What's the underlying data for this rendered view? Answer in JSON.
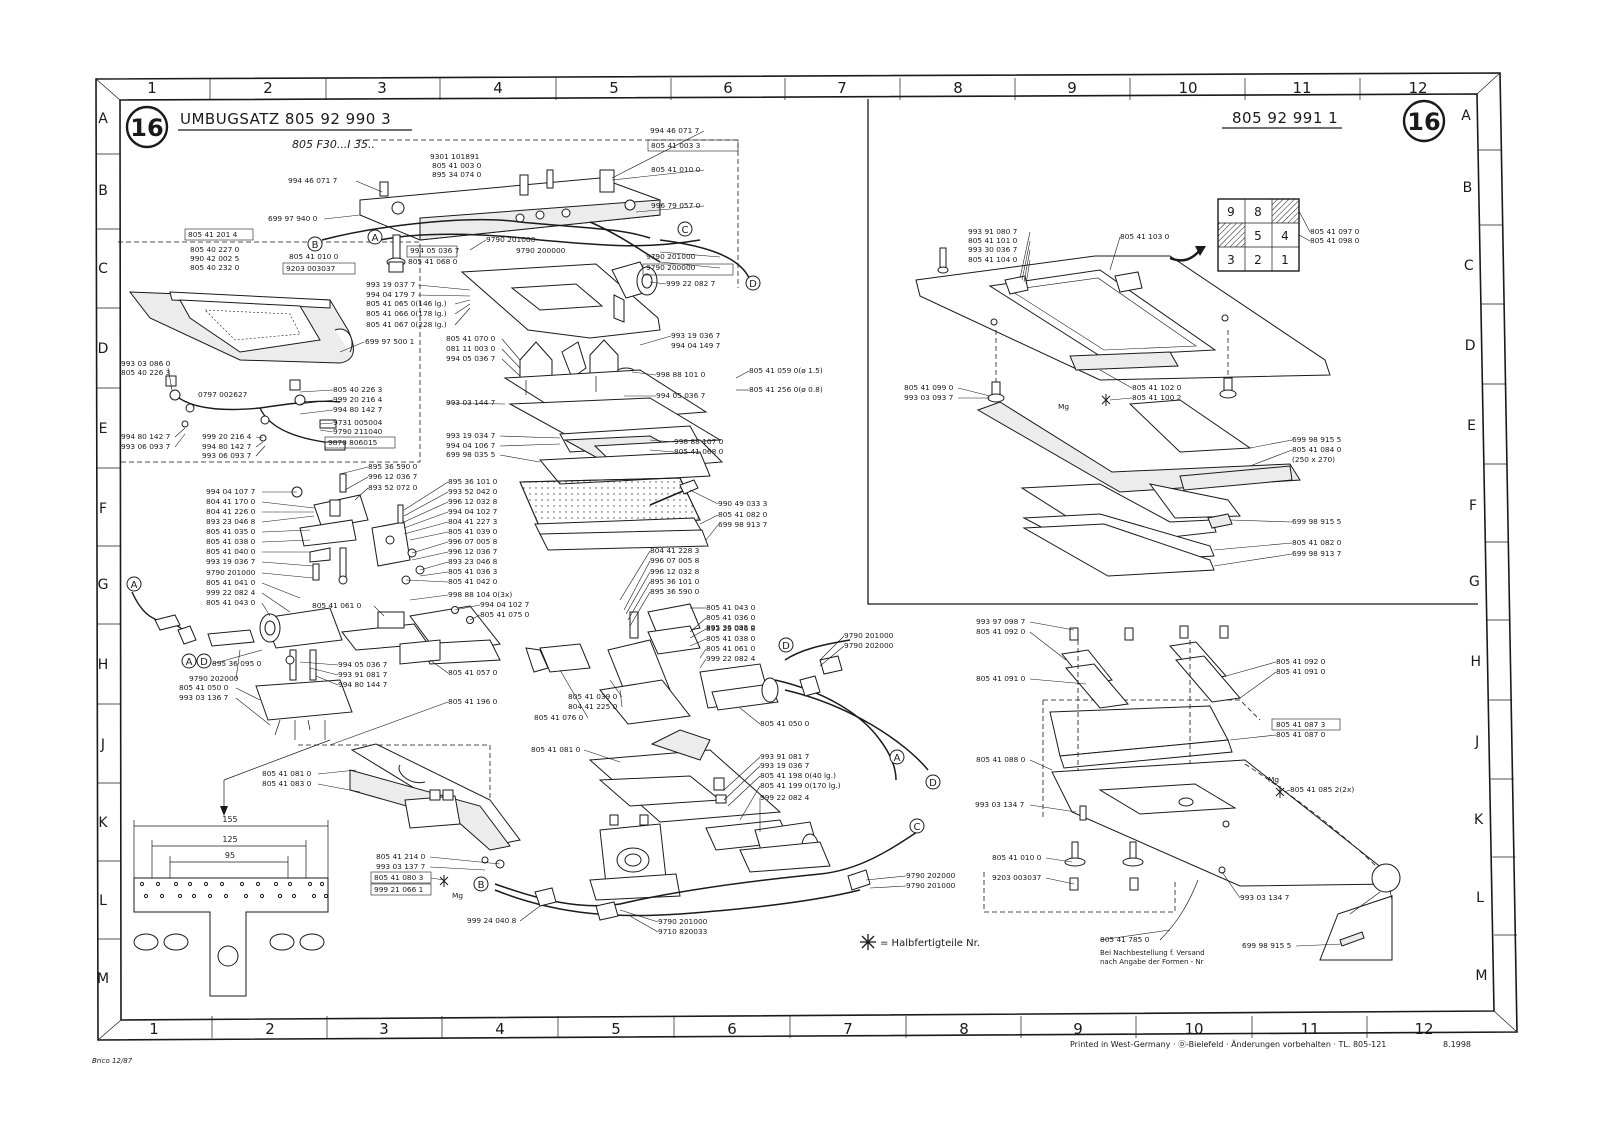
{
  "grid": {
    "columns": [
      "1",
      "2",
      "3",
      "4",
      "5",
      "6",
      "7",
      "8",
      "9",
      "10",
      "11",
      "12"
    ],
    "rows": [
      "A",
      "B",
      "C",
      "D",
      "E",
      "F",
      "G",
      "H",
      "J",
      "K",
      "L",
      "M"
    ]
  },
  "sheet": {
    "number": "16",
    "left_title": "UMBUGSATZ  805 92 990 3",
    "left_subtitle": "805 F30...I 35..",
    "right_title": "805 92 991 1",
    "legend": "= Halbfertigteile Nr.",
    "reorder_note_1": "Bei Nachbestellung f. Versand",
    "reorder_note_2": "nach Angabe der Formen - Nr",
    "footer": "Printed in West-Germany · Ⓓ-Bielefeld · Änderungen vorbehalten · TL. 805-121",
    "date": "8.1998",
    "signature": "Brico 12/87"
  },
  "callouts": [
    "A",
    "B",
    "C",
    "D"
  ],
  "position_grid": [
    "9",
    "8",
    "",
    "",
    "5",
    "4",
    "3",
    "2",
    "1"
  ],
  "dimensions": [
    "155",
    "125",
    "95"
  ],
  "part_labels": [
    {
      "id": "l1",
      "text": "994 46 071 7"
    },
    {
      "id": "l2",
      "text": "805 41 003 3"
    },
    {
      "id": "l3",
      "text": "9301 101891"
    },
    {
      "id": "l4",
      "text": "805 41 003 0"
    },
    {
      "id": "l5",
      "text": "895 34 074 0"
    },
    {
      "id": "l6",
      "text": "805 41 010 0"
    },
    {
      "id": "l7",
      "text": "994 46 071 7"
    },
    {
      "id": "l8",
      "text": "996 79 057 0"
    },
    {
      "id": "l9",
      "text": "699 97 940 0"
    },
    {
      "id": "l10",
      "text": "9790 201000"
    },
    {
      "id": "l11",
      "text": "805 41 201 4"
    },
    {
      "id": "l12",
      "text": "805 40 227 0"
    },
    {
      "id": "l13",
      "text": "990 42 002 5"
    },
    {
      "id": "l14",
      "text": "805 40 232 0"
    },
    {
      "id": "l15",
      "text": "994 05 036 7"
    },
    {
      "id": "l16",
      "text": "9790 200000"
    },
    {
      "id": "l17",
      "text": "805 41 010 0"
    },
    {
      "id": "l18",
      "text": "9203 003037"
    },
    {
      "id": "l19",
      "text": "805 41 068 0"
    },
    {
      "id": "l20",
      "text": "9790 201000"
    },
    {
      "id": "l21",
      "text": "9790 200000"
    },
    {
      "id": "l22",
      "text": "993 19 037 7"
    },
    {
      "id": "l23",
      "text": "994 04 179 7"
    },
    {
      "id": "l24",
      "text": "805 41 065 0(146 lg.)"
    },
    {
      "id": "l25",
      "text": "805 41 066 0(178 lg.)"
    },
    {
      "id": "l26",
      "text": "805 41 067 0(228 lg.)"
    },
    {
      "id": "l27",
      "text": "999 22 082 7"
    },
    {
      "id": "l28",
      "text": "699 97 500 1"
    },
    {
      "id": "l29",
      "text": "993 19 036 7"
    },
    {
      "id": "l30",
      "text": "994 04 149 7"
    },
    {
      "id": "l31",
      "text": "805 41 070 0"
    },
    {
      "id": "l32",
      "text": "081 11 003 0"
    },
    {
      "id": "l33",
      "text": "994 05 036 7"
    },
    {
      "id": "l34",
      "text": "993 03 086 0"
    },
    {
      "id": "l35",
      "text": "805 40 226 3"
    },
    {
      "id": "l36",
      "text": "998 88 101 0"
    },
    {
      "id": "l37",
      "text": "805 41 059 0(ø 1.5)"
    },
    {
      "id": "l38",
      "text": "805 41 256 0(ø 0.8)"
    },
    {
      "id": "l39",
      "text": "0797 002627"
    },
    {
      "id": "l40",
      "text": "805 40 226 3"
    },
    {
      "id": "l41",
      "text": "999 20 216 4"
    },
    {
      "id": "l42",
      "text": "994 80 142 7"
    },
    {
      "id": "l43",
      "text": "993 03 144 7"
    },
    {
      "id": "l44",
      "text": "994 05 036 7"
    },
    {
      "id": "l45",
      "text": "9731 005004"
    },
    {
      "id": "l46",
      "text": "9790 211040"
    },
    {
      "id": "l47",
      "text": "994 80 142 7"
    },
    {
      "id": "l48",
      "text": "993 06 093 7"
    },
    {
      "id": "l49",
      "text": "999 20 216 4"
    },
    {
      "id": "l50",
      "text": "994 80 142 7"
    },
    {
      "id": "l51",
      "text": "993 06 093 7"
    },
    {
      "id": "l52",
      "text": "9870 806015"
    },
    {
      "id": "l53",
      "text": "993 19 034 7"
    },
    {
      "id": "l54",
      "text": "994 04 106 7"
    },
    {
      "id": "l55",
      "text": "699 98 035 5"
    },
    {
      "id": "l56",
      "text": "998 88 107 0"
    },
    {
      "id": "l57",
      "text": "805 41 068 0"
    },
    {
      "id": "l58",
      "text": "895 36 590 0"
    },
    {
      "id": "l59",
      "text": "996 12 036 7"
    },
    {
      "id": "l60",
      "text": "893 52 072 0"
    },
    {
      "id": "l61",
      "text": "994 04 107 7"
    },
    {
      "id": "l62",
      "text": "804 41 170 0"
    },
    {
      "id": "l63",
      "text": "804 41 226 0"
    },
    {
      "id": "l64",
      "text": "893 23 046 8"
    },
    {
      "id": "l65",
      "text": "805 41 035 0"
    },
    {
      "id": "l66",
      "text": "805 41 038 0"
    },
    {
      "id": "l67",
      "text": "805 41 040 0"
    },
    {
      "id": "l68",
      "text": "993 19 036 7"
    },
    {
      "id": "l69",
      "text": "895 36 101 0"
    },
    {
      "id": "l70",
      "text": "993 52 042 0"
    },
    {
      "id": "l71",
      "text": "996 12 032 8"
    },
    {
      "id": "l72",
      "text": "994 04 102 7"
    },
    {
      "id": "l73",
      "text": "804 41 227 3"
    },
    {
      "id": "l74",
      "text": "805 41 039 0"
    },
    {
      "id": "l75",
      "text": "996 07 005 8"
    },
    {
      "id": "l76",
      "text": "996 12 036 7"
    },
    {
      "id": "l77",
      "text": "893 23 046 8"
    },
    {
      "id": "l78",
      "text": "805 41 036 3"
    },
    {
      "id": "l79",
      "text": "805 41 042 0"
    },
    {
      "id": "l80",
      "text": "990 49 033 3"
    },
    {
      "id": "l81",
      "text": "805 41 082 0"
    },
    {
      "id": "l82",
      "text": "699 98 913 7"
    },
    {
      "id": "l83",
      "text": "9790 201000"
    },
    {
      "id": "l84",
      "text": "805 41 041 0"
    },
    {
      "id": "l85",
      "text": "999 22 082 4"
    },
    {
      "id": "l86",
      "text": "805 41 043 0"
    },
    {
      "id": "l87",
      "text": "805 41 061 0"
    },
    {
      "id": "l88",
      "text": "998 88 104 0(3x)"
    },
    {
      "id": "l89",
      "text": "994 04 102 7"
    },
    {
      "id": "l90",
      "text": "805 41 075 0"
    },
    {
      "id": "l91",
      "text": "804 41 228 3"
    },
    {
      "id": "l92",
      "text": "996 07 005 8"
    },
    {
      "id": "l93",
      "text": "996 12 032 8"
    },
    {
      "id": "l94",
      "text": "895 36 101 0"
    },
    {
      "id": "l95",
      "text": "895 36 590 0"
    },
    {
      "id": "l96",
      "text": "805 41 043 0"
    },
    {
      "id": "l97",
      "text": "895 36 095 0"
    },
    {
      "id": "l98",
      "text": "893 23 046 8"
    },
    {
      "id": "l99",
      "text": "805 41 038 0"
    },
    {
      "id": "l100",
      "text": "805 41 036 0"
    },
    {
      "id": "l101",
      "text": "805 41 061 0"
    },
    {
      "id": "l102",
      "text": "999 22 082 4"
    },
    {
      "id": "l103",
      "text": "9790 201000"
    },
    {
      "id": "l104",
      "text": "9790 202000"
    },
    {
      "id": "l105",
      "text": "895 36 095 0"
    },
    {
      "id": "l106",
      "text": "9790 202000"
    },
    {
      "id": "l107",
      "text": "805 41 050 0"
    },
    {
      "id": "l108",
      "text": "993 03 136 7"
    },
    {
      "id": "l109",
      "text": "994 05 036 7"
    },
    {
      "id": "l110",
      "text": "993 91 081 7"
    },
    {
      "id": "l111",
      "text": "994 80 144 7"
    },
    {
      "id": "l112",
      "text": "805 41 057 0"
    },
    {
      "id": "l113",
      "text": "805 41 039 0"
    },
    {
      "id": "l114",
      "text": "804 41 225 0"
    },
    {
      "id": "l115",
      "text": "805 41 076 0"
    },
    {
      "id": "l116",
      "text": "805 41 050 0"
    },
    {
      "id": "l117",
      "text": "805 41 196 0"
    },
    {
      "id": "l118",
      "text": "805 41 081 0"
    },
    {
      "id": "l119",
      "text": "993 91 081 7"
    },
    {
      "id": "l120",
      "text": "993 19 036 7"
    },
    {
      "id": "l121",
      "text": "805 41 198 0(40 lg.)"
    },
    {
      "id": "l122",
      "text": "805 41 199 0(170 lg.)"
    },
    {
      "id": "l123",
      "text": "999 22 082 4"
    },
    {
      "id": "l124",
      "text": "805 41 081 0"
    },
    {
      "id": "l125",
      "text": "805 41 083 0"
    },
    {
      "id": "l126",
      "text": "805 41 214 0"
    },
    {
      "id": "l127",
      "text": "993 03 137 7"
    },
    {
      "id": "l128",
      "text": "805 41 080 3"
    },
    {
      "id": "l129",
      "text": "999 21 066 1"
    },
    {
      "id": "l130",
      "text": "999 24 040 8"
    },
    {
      "id": "l131",
      "text": "9790 201000"
    },
    {
      "id": "l132",
      "text": "9710 820033"
    },
    {
      "id": "l133",
      "text": "9790 202000"
    },
    {
      "id": "l134",
      "text": "9790 201000"
    },
    {
      "id": "l135",
      "text": "805 41 097 0"
    },
    {
      "id": "l136",
      "text": "805 41 098 0"
    },
    {
      "id": "l137",
      "text": "993 91 080 7"
    },
    {
      "id": "l138",
      "text": "805 41 101 0"
    },
    {
      "id": "l139",
      "text": "993 30 036 7"
    },
    {
      "id": "l140",
      "text": "805 41 104 0"
    },
    {
      "id": "l141",
      "text": "805 41 103 0"
    },
    {
      "id": "l142",
      "text": "805 41 099 0"
    },
    {
      "id": "l143",
      "text": "993 03 093 7"
    },
    {
      "id": "l144",
      "text": "805 41 102 0"
    },
    {
      "id": "l145",
      "text": "805 41 100 2"
    },
    {
      "id": "l146",
      "text": "699 98 915 5"
    },
    {
      "id": "l147",
      "text": "805 41 084 0"
    },
    {
      "id": "l148",
      "text": "(250 x 270)"
    },
    {
      "id": "l149",
      "text": "699 98 915 5"
    },
    {
      "id": "l150",
      "text": "805 41 082 0"
    },
    {
      "id": "l151",
      "text": "699 98 913 7"
    },
    {
      "id": "l152",
      "text": "993 97 098 7"
    },
    {
      "id": "l153",
      "text": "805 41 092 0"
    },
    {
      "id": "l154",
      "text": "805 41 091 0"
    },
    {
      "id": "l155",
      "text": "805 41 092 0"
    },
    {
      "id": "l156",
      "text": "805 41 091 0"
    },
    {
      "id": "l157",
      "text": "805 41 087 3"
    },
    {
      "id": "l158",
      "text": "805 41 087 0"
    },
    {
      "id": "l159",
      "text": "805 41 088 0"
    },
    {
      "id": "l160",
      "text": "805 41 085 2(2x)"
    },
    {
      "id": "l161",
      "text": "993 03 134 7"
    },
    {
      "id": "l162",
      "text": "805 41 010 0"
    },
    {
      "id": "l163",
      "text": "9203 003037"
    },
    {
      "id": "l164",
      "text": "993 03 134 7"
    },
    {
      "id": "l165",
      "text": "805 41 785 0"
    },
    {
      "id": "l166",
      "text": "699 98 915 5"
    },
    {
      "id": "l167",
      "text": "Mg"
    },
    {
      "id": "l168",
      "text": "Mg"
    },
    {
      "id": "l169",
      "text": "Mg"
    }
  ]
}
